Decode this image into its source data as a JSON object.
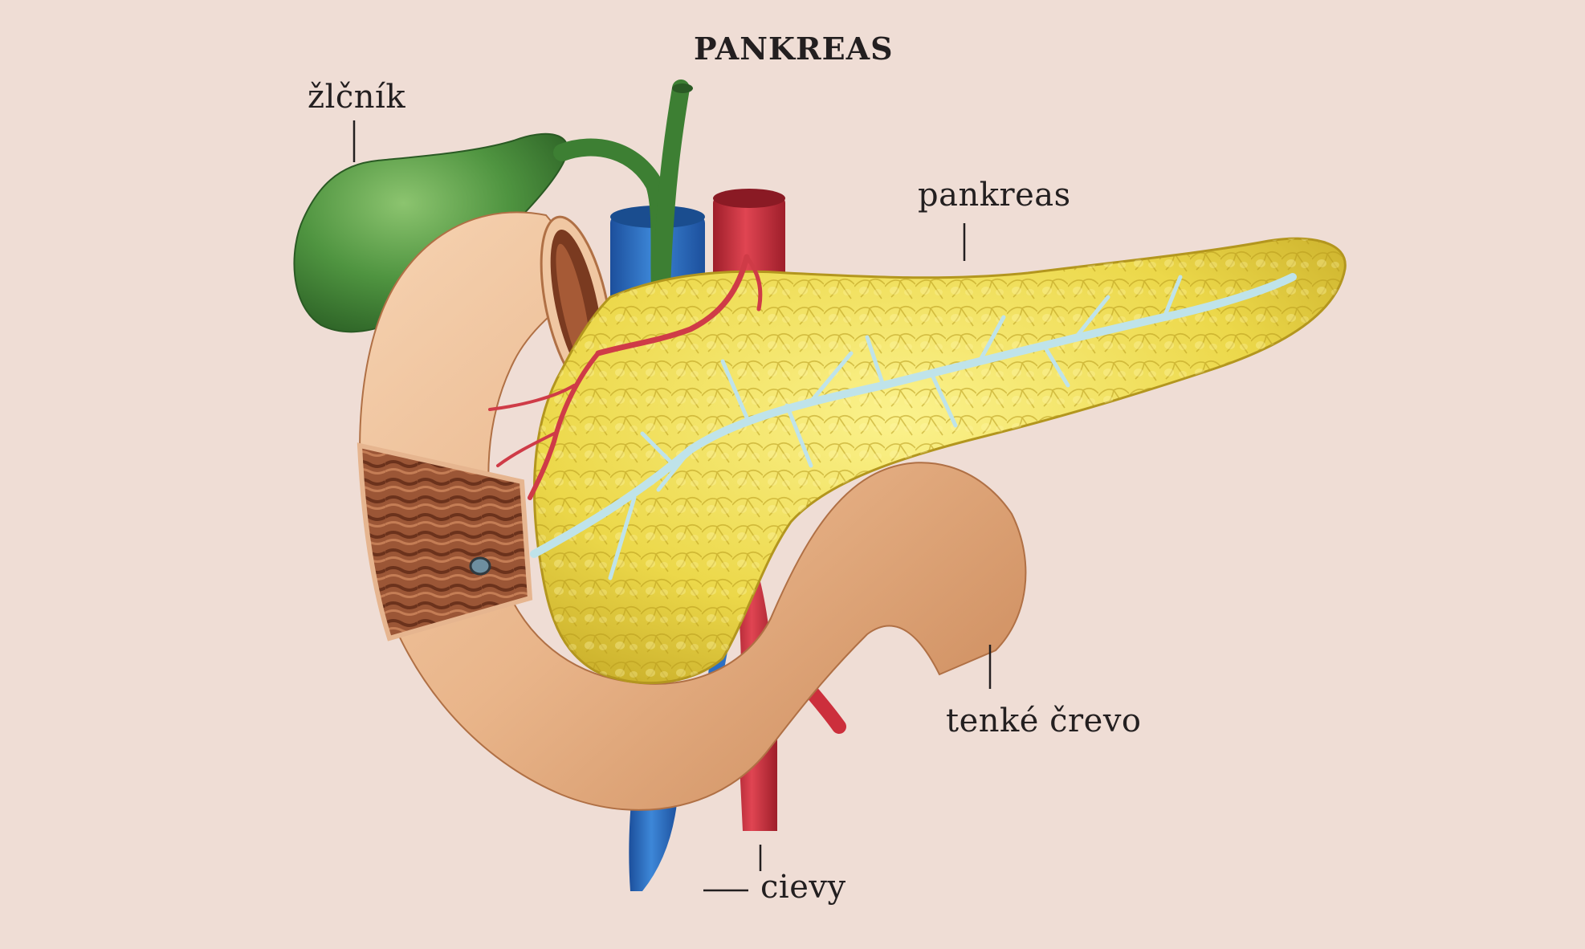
{
  "diagram": {
    "title": "PANKREAS",
    "labels": {
      "gallbladder": "žlčník",
      "pancreas": "pankreas",
      "small_intestine": "tenké črevo",
      "vessels": "cievy"
    }
  },
  "colors": {
    "background": "#efddd5",
    "gallbladder": "#4f9440",
    "pancreas": "#ecd84a",
    "intestine": "#e9b58a",
    "intestine_inner": "#8e4a2c",
    "vein": "#2b6fc4",
    "artery": "#cc2f3c",
    "duct": "#bfe3ea",
    "text": "#231f20"
  },
  "icons": {
    "gallbladder": "gallbladder-organ",
    "pancreas": "pancreas-organ",
    "intestine": "duodenum-organ",
    "vessels": "blood-vessels"
  }
}
